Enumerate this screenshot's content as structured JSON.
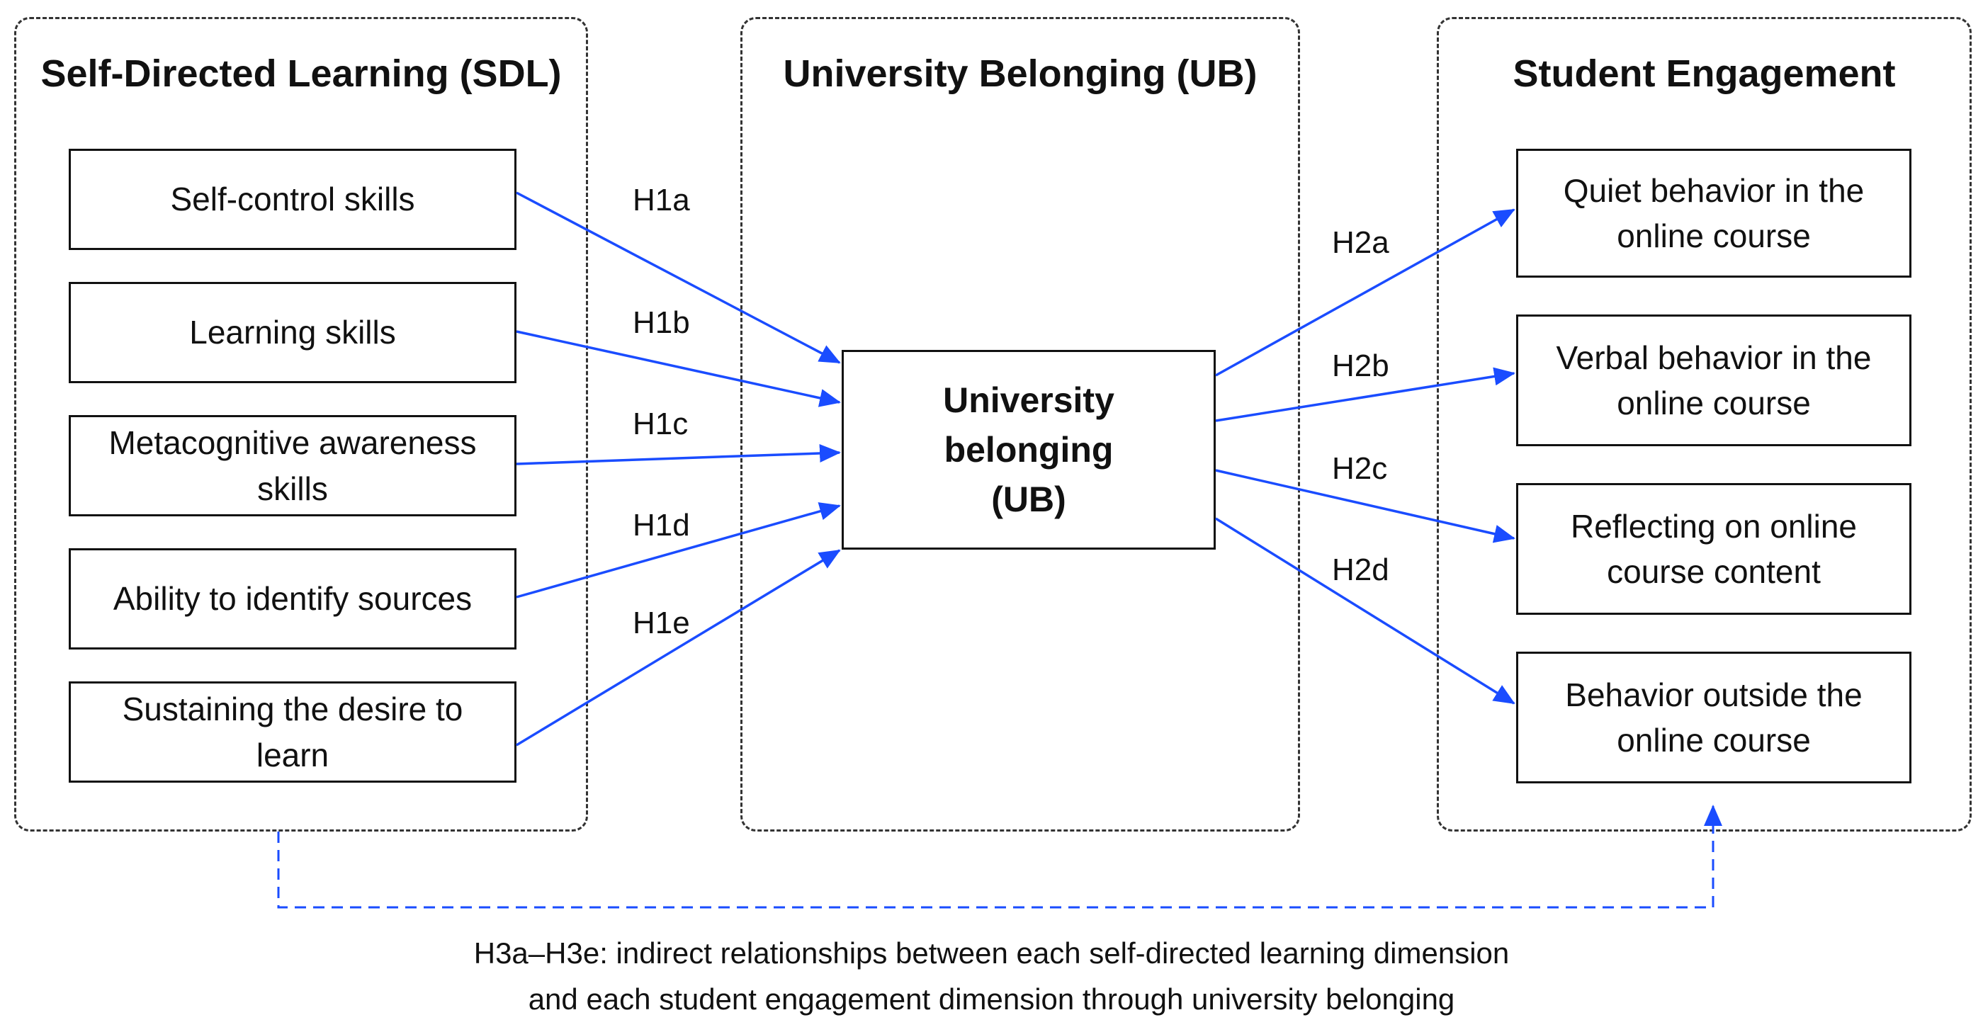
{
  "groups": {
    "sdl": {
      "title": "Self-Directed Learning (SDL)"
    },
    "ub": {
      "title": "University Belonging (UB)"
    },
    "se": {
      "title": "Student Engagement"
    }
  },
  "sdl_boxes": [
    "Self-control skills",
    "Learning skills",
    "Metacognitive awareness skills",
    "Ability to identify sources",
    "Sustaining the desire to learn"
  ],
  "ub_box": {
    "line1": "University belonging",
    "line2": "(UB)"
  },
  "se_boxes": [
    {
      "line1": "Quiet behavior in the",
      "line2": "online course"
    },
    {
      "line1": "Verbal behavior in the",
      "line2": "online course"
    },
    {
      "line1": "Reflecting on online",
      "line2": "course content"
    },
    {
      "line1": "Behavior outside the",
      "line2": "online course"
    }
  ],
  "h1_labels": [
    "H1a",
    "H1b",
    "H1c",
    "H1d",
    "H1e"
  ],
  "h2_labels": [
    "H2a",
    "H2b",
    "H2c",
    "H2d"
  ],
  "caption": {
    "line1": "H3a–H3e: indirect relationships between each self-directed learning dimension",
    "line2": "and each student engagement dimension through university belonging"
  },
  "colors": {
    "arrow": "#1a4cff",
    "border": "#111111"
  }
}
